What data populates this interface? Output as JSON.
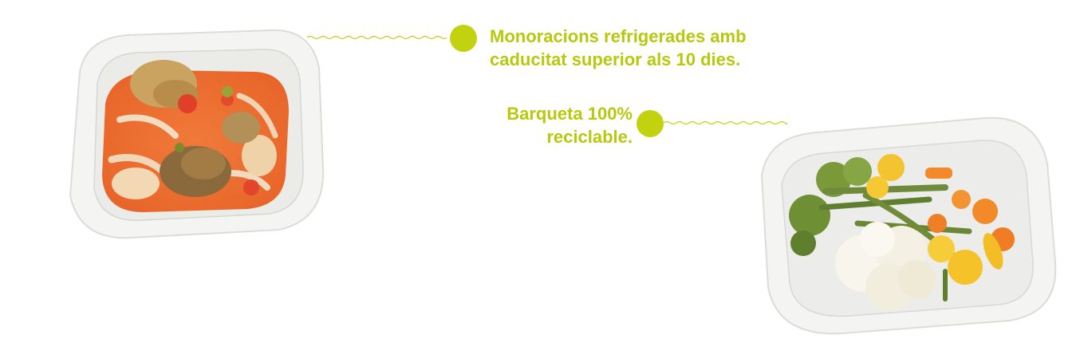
{
  "features": [
    {
      "lines": [
        "Monoracions refrigerades amb",
        "caducitat superior als 10 dies."
      ]
    },
    {
      "lines": [
        "Barqueta 100%",
        "reciclable."
      ]
    }
  ],
  "colors": {
    "accent": "#b7c80d",
    "dot": "#c3d20f",
    "background": "#ffffff",
    "tray": "#f3f3f1"
  },
  "images": {
    "left_tray": "chicken-stew-tray",
    "right_tray": "steamed-vegetables-tray"
  }
}
